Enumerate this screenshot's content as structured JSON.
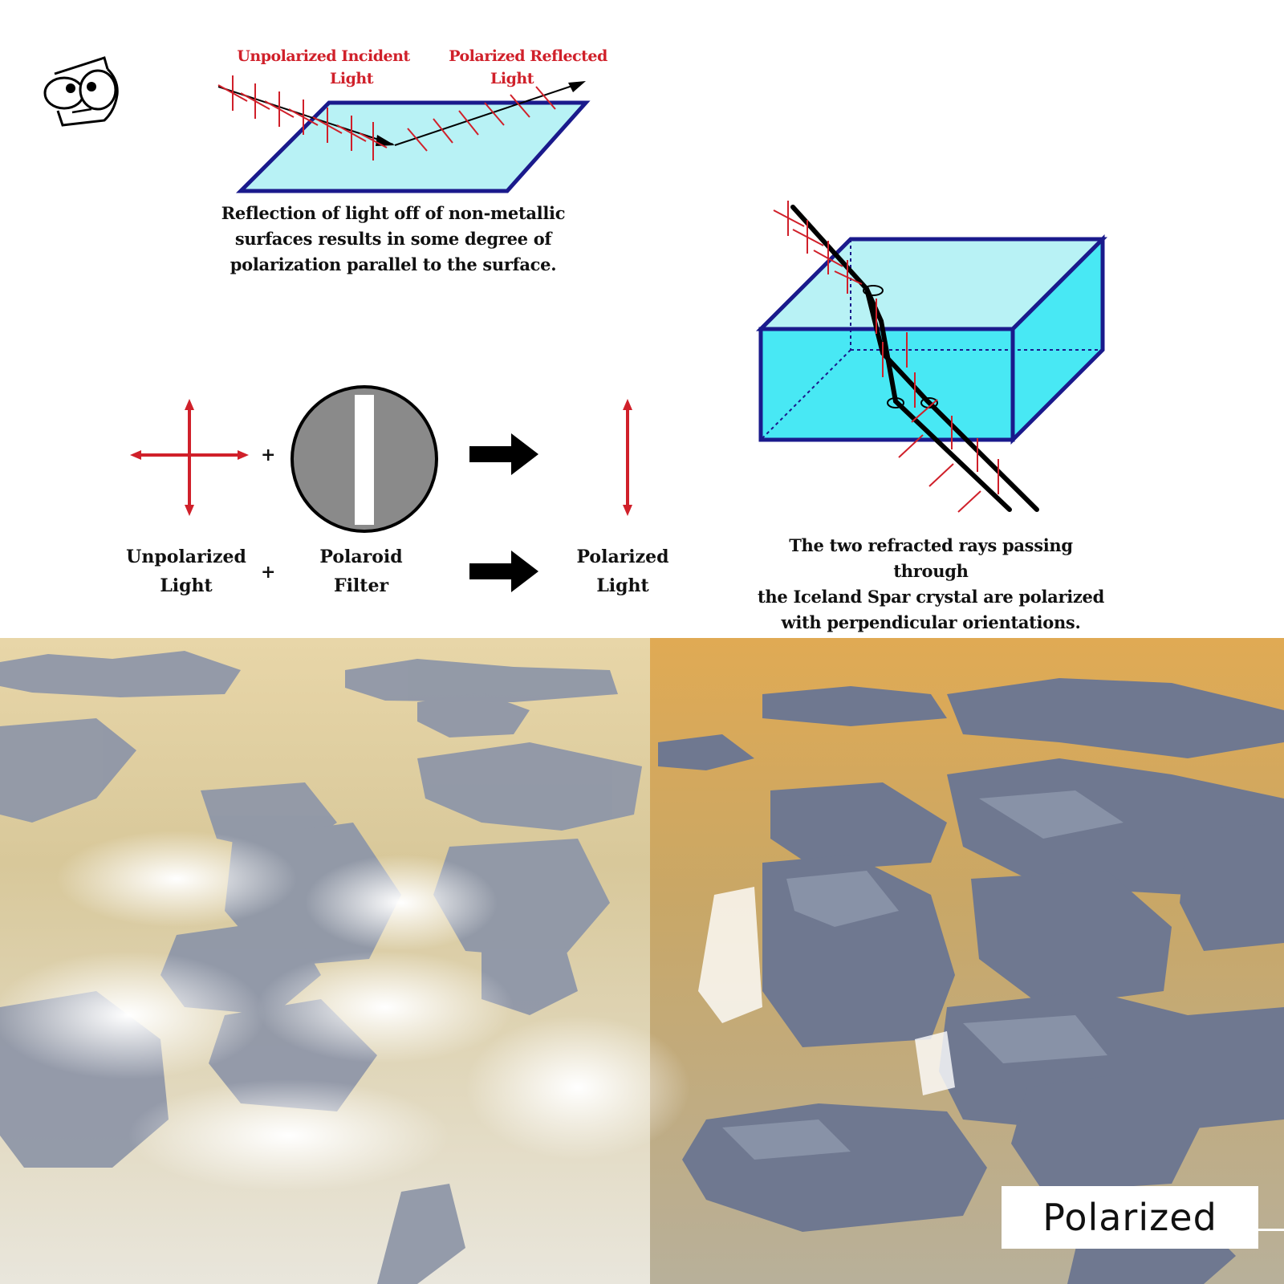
{
  "reflection": {
    "incident_label": [
      "Unpolarized Incident",
      "Light"
    ],
    "reflected_label": [
      "Polarized Reflected",
      "Light"
    ],
    "caption": [
      "Reflection of light off of non-metallic",
      "surfaces results in some degree of",
      "polarization parallel to the surface."
    ]
  },
  "filter": {
    "plus_symbol": "+",
    "unpolarized_label": [
      "Unpolarized",
      "Light"
    ],
    "filter_label": [
      "Polaroid",
      "Filter"
    ],
    "polarized_label": [
      "Polarized",
      "Light"
    ]
  },
  "crystal": {
    "caption": [
      "The two refracted rays passing through",
      "the Iceland Spar crystal are polarized",
      "with perpendicular orientations."
    ]
  },
  "photo": {
    "badge_label": "Polarized"
  },
  "colors": {
    "red": "#d0202a",
    "surface_fill": "#b8f2f5",
    "surface_stroke": "#1a1a8c",
    "crystal_fill": "#48e8f4",
    "filter_gray": "#8a8a8a"
  },
  "icons": {
    "logo": "cartoon-face-logo-icon",
    "arrow": "right-arrow-icon"
  }
}
